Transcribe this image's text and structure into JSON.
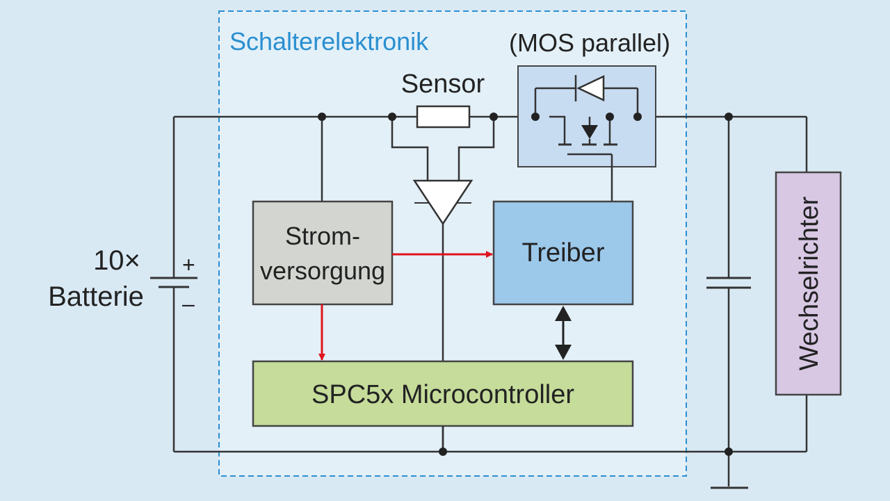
{
  "diagram": {
    "module_label": "Schalterelektronik",
    "mos_label": "(MOS parallel)",
    "sensor_label": "Sensor",
    "battery_label_line1": "10×",
    "battery_label_line2": "Batterie",
    "battery_plus": "+",
    "battery_minus": "–",
    "power_supply_line1": "Strom-",
    "power_supply_line2": "versorgung",
    "driver_label": "Treiber",
    "mcu_label": "SPC5x Microcontroller",
    "inverter_label": "Wechselrichter"
  },
  "colors": {
    "background": "#d9e9f4",
    "module_border": "#2a8fd0",
    "module_text": "#2a8fd0",
    "module_fill": "#e3f0f8",
    "power_supply_fill": "#d3d6d0",
    "driver_fill": "#9cc8ea",
    "mcu_fill": "#c5dc9a",
    "inverter_fill": "#d8c8e4",
    "mos_fill": "#c7dcf1",
    "red_arrow": "#e0141c"
  }
}
